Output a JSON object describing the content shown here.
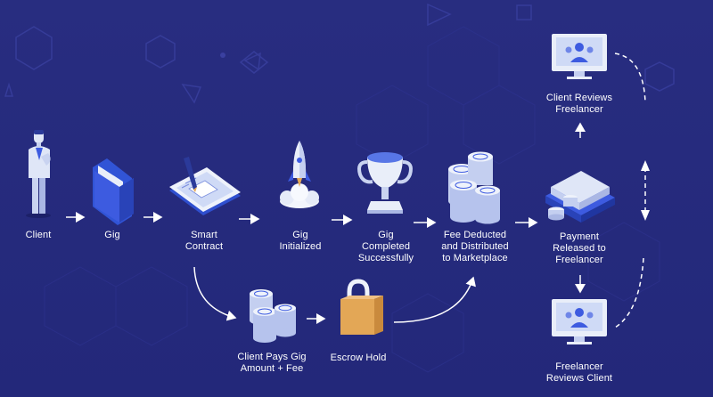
{
  "labels": {
    "client": "Client",
    "gig": "Gig",
    "smart_contract": "Smart\nContract",
    "gig_initialized": "Gig\nInitialized",
    "gig_completed": "Gig\nCompleted\nSuccessfully",
    "fee_deducted": "Fee Deducted\nand Distributed\nto Marketplace",
    "payment_released": "Payment\nReleased to\nFreelancer",
    "client_reviews": "Client Reviews\nFreelancer",
    "freelancer_reviews": "Freelancer\nReviews Client",
    "client_pays": "Client Pays Gig\nAmount + Fee",
    "escrow_hold": "Escrow Hold"
  },
  "colors": {
    "background": "#252a78",
    "accent_blue": "#3d5be0",
    "light": "#dfe6f7",
    "gold": "#e3a756"
  }
}
